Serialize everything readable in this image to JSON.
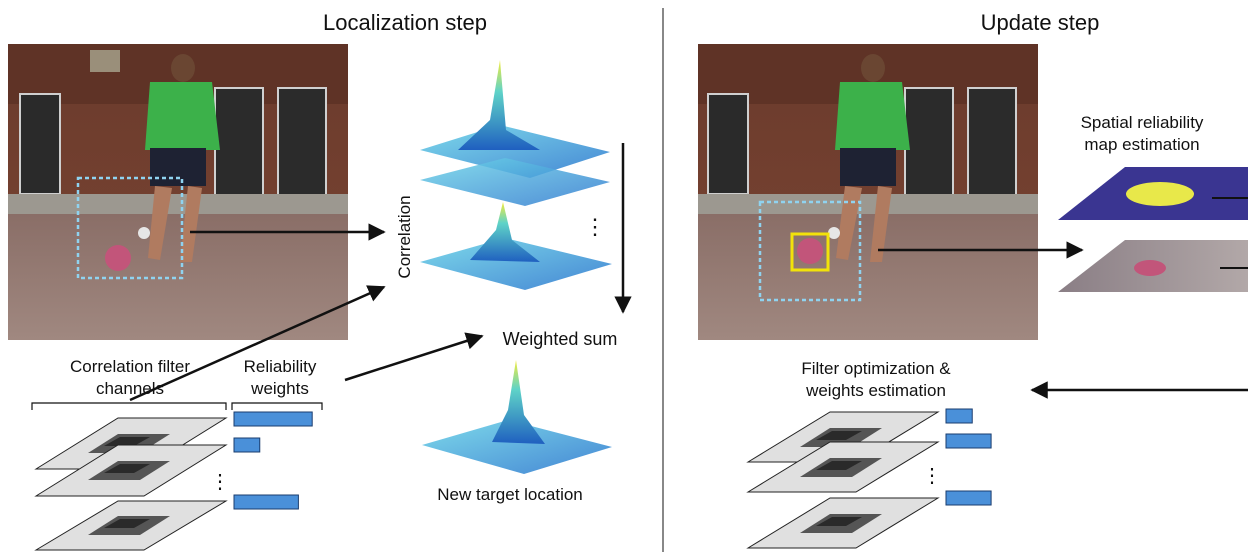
{
  "left_panel": {
    "title": "Localization step",
    "correlation_label": "Correlation",
    "weighted_sum_label": "Weighted sum",
    "new_target_label": "New target location",
    "filter_channels_label_line1": "Correlation filter",
    "filter_channels_label_line2": "channels",
    "reliability_label_line1": "Reliability",
    "reliability_label_line2": "weights",
    "vertical_ellipsis": "⋮",
    "reliability_weights": [
      0.85,
      0.28,
      0.7
    ]
  },
  "right_panel": {
    "title": "Update step",
    "spatial_label_line1": "Spatial reliability",
    "spatial_label_line2": "map estimation",
    "filter_opt_line1": "Filter optimization &",
    "filter_opt_line2": "weights estimation",
    "vertical_ellipsis": "⋮",
    "reliability_weights": [
      0.32,
      0.55,
      0.55
    ]
  },
  "colors": {
    "weight_bar": "#4a90d9",
    "roi_dashed": "#8fd3f0",
    "target_box": "#f2e20a",
    "reliability_map_bg": "#3a3591",
    "reliability_map_blob": "#e8e84a"
  }
}
